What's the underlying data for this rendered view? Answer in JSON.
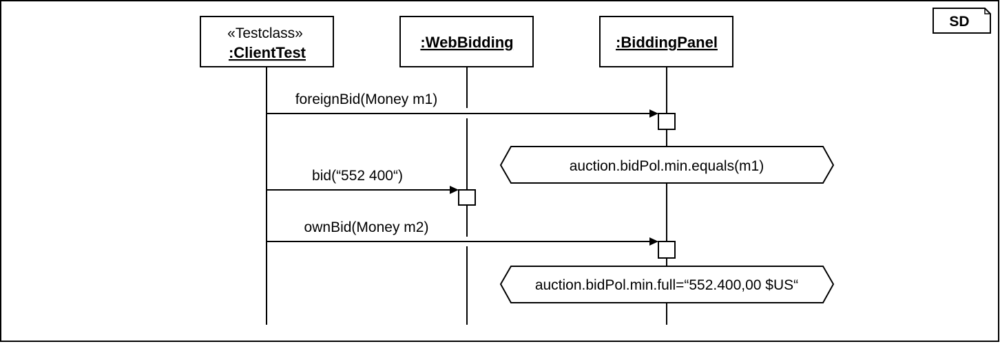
{
  "frame": {
    "tag": "SD"
  },
  "lifelines": [
    {
      "stereotype": "«Testclass»",
      "name": ":ClientTest"
    },
    {
      "stereotype": "",
      "name": ":WebBidding"
    },
    {
      "stereotype": "",
      "name": ":BiddingPanel"
    }
  ],
  "messages": [
    {
      "label": "foreignBid(Money m1)",
      "from": ":ClientTest",
      "to": ":BiddingPanel"
    },
    {
      "label": "bid(“552 400“)",
      "from": ":ClientTest",
      "to": ":WebBidding"
    },
    {
      "label": "ownBid(Money m2)",
      "from": ":ClientTest",
      "to": ":BiddingPanel"
    }
  ],
  "conditions": [
    {
      "text": "auction.bidPol.min.equals(m1)",
      "on": ":BiddingPanel"
    },
    {
      "text": "auction.bidPol.min.full=“552.400,00 $US“",
      "on": ":BiddingPanel"
    }
  ]
}
